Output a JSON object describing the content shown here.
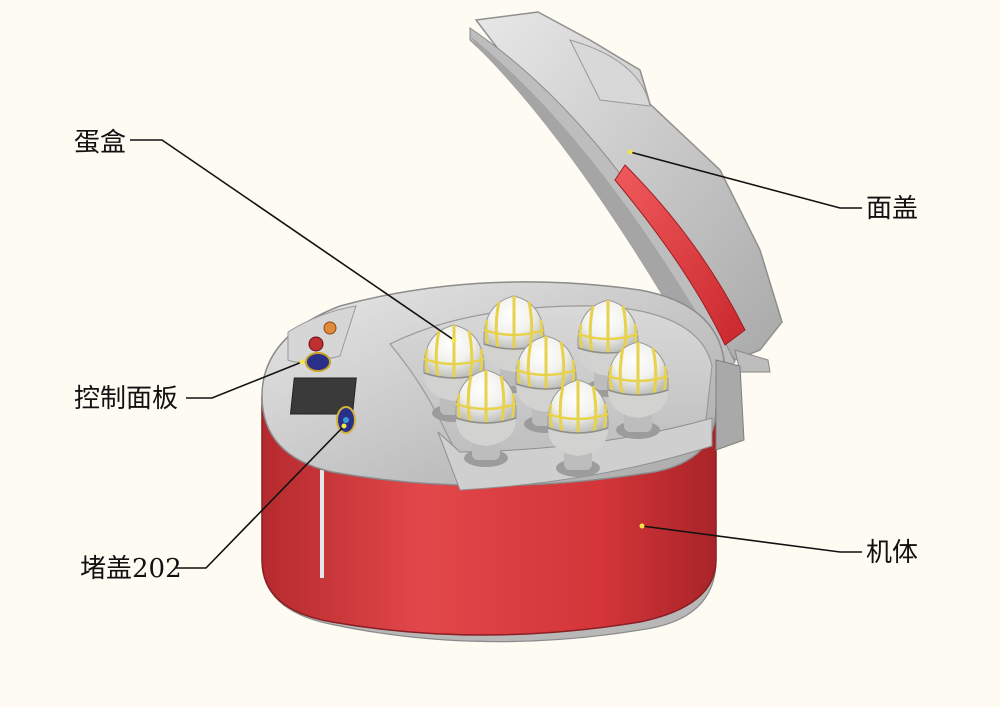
{
  "labels": {
    "egg_box": "蛋盒",
    "lid": "面盖",
    "control_panel": "控制面板",
    "plug_cap": "堵盖202",
    "body": "机体"
  },
  "colors": {
    "background": "#fdfbf2",
    "body_red": "#d8383c",
    "shell_gray": "#c9c9c9",
    "egg_yellow": "#f0e060"
  },
  "eggs": [
    {
      "id": "egg-1"
    },
    {
      "id": "egg-2"
    },
    {
      "id": "egg-3"
    },
    {
      "id": "egg-4"
    },
    {
      "id": "egg-5"
    },
    {
      "id": "egg-6"
    },
    {
      "id": "egg-7"
    },
    {
      "id": "egg-8"
    }
  ]
}
